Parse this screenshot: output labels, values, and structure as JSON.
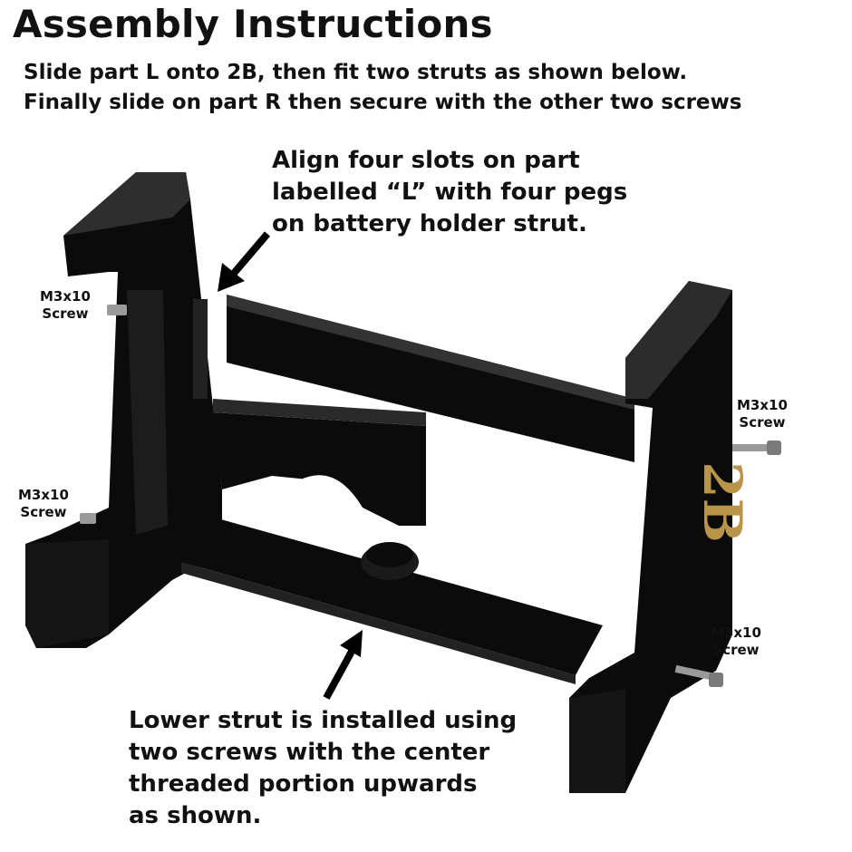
{
  "page": {
    "title": "Assembly Instructions",
    "subtitle_lines": [
      "Slide part L onto 2B, then fit two struts as shown below.",
      "Finally slide on part R then secure with the other two screws"
    ]
  },
  "callouts": {
    "top_lines": [
      "Align four slots on part",
      "labelled “L” with four pegs",
      "on battery holder strut."
    ],
    "bottom_lines": [
      "Lower strut is installed using",
      "two screws with the center",
      "threaded portion upwards",
      "as shown."
    ]
  },
  "screw_labels": [
    {
      "line1": "M3x10",
      "line2": "Screw"
    },
    {
      "line1": "M3x10",
      "line2": "Screw"
    },
    {
      "line1": "M3x10",
      "line2": "Screw"
    },
    {
      "line1": "M3x10",
      "line2": "Screw"
    }
  ],
  "part_marking": "2B",
  "colors": {
    "part": "#0b0b0b",
    "highlight": "#3a3a3a",
    "marking": "#b8954a",
    "screw": "#9a9a9a"
  }
}
